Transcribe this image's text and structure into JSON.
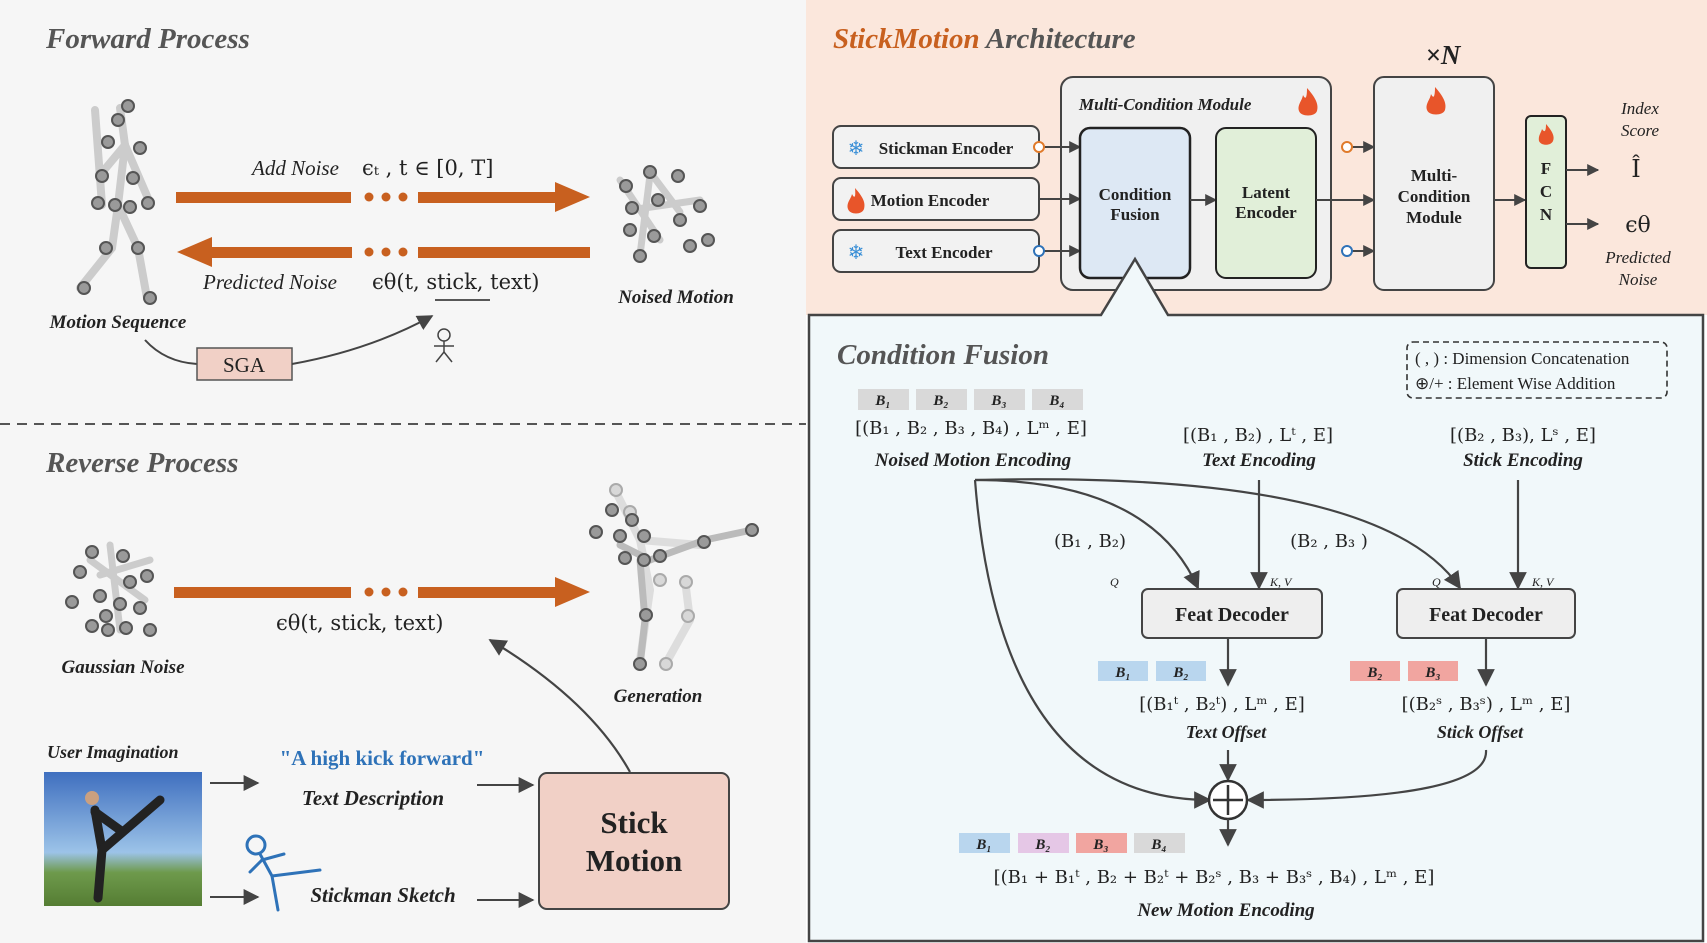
{
  "forward": {
    "title": "Forward Process",
    "add_noise": "Add Noise",
    "add_noise_math": "ϵₜ , t ∈ [0, T]",
    "predicted_noise": "Predicted Noise",
    "predicted_noise_math": "ϵθ(t, stick, text)",
    "motion_sequence": "Motion Sequence",
    "noised_motion": "Noised Motion",
    "sga": "SGA"
  },
  "reverse": {
    "title": "Reverse Process",
    "gaussian_noise": "Gaussian Noise",
    "generation": "Generation",
    "eps_math": "ϵθ(t, stick, text)",
    "user_imagination": "User Imagination",
    "quote": "\"A high kick forward\"",
    "text_description": "Text Description",
    "stickman_sketch": "Stickman Sketch",
    "stick_motion_1": "Stick",
    "stick_motion_2": "Motion"
  },
  "architecture": {
    "title_brand": "StickMotion",
    "title_rest": " Architecture",
    "multi_condition_module_label": "Multi-Condition Module",
    "stickman_encoder": "Stickman Encoder",
    "motion_encoder": "Motion Encoder",
    "text_encoder": "Text Encoder",
    "condition_fusion_1": "Condition",
    "condition_fusion_2": "Fusion",
    "latent_encoder_1": "Latent",
    "latent_encoder_2": "Encoder",
    "mcm_1": "Multi-",
    "mcm_2": "Condition",
    "mcm_3": "Module",
    "times_n": "×N",
    "fcn": [
      "F",
      "C",
      "N"
    ],
    "index_score_1": "Index",
    "index_score_2": "Score",
    "i_hat": "Î",
    "eps_theta": "ϵθ",
    "predicted_1": "Predicted",
    "predicted_2": "Noise"
  },
  "fusion": {
    "title": "Condition Fusion",
    "legend_1": "( , ) : Dimension Concatenation",
    "legend_2": "⊕/+ : Element Wise Addition",
    "b_tags": [
      "B₁",
      "B₂",
      "B₃",
      "B₄"
    ],
    "noised_math": "[(B₁ , B₂ , B₃ , B₄) , Lᵐ , E]",
    "noised_caption": "Noised Motion  Encoding",
    "text_math": "[(B₁ , B₂) , Lᵗ , E]",
    "text_caption": "Text Encoding",
    "stick_math": "[(B₂ , B₃), Lˢ , E]",
    "stick_caption": "Stick Encoding",
    "b12": "(B₁ , B₂)",
    "b23": "(B₂ , B₃ )",
    "q": "Q",
    "kv": "K, V",
    "feat_decoder": "Feat  Decoder",
    "text_offset_math": "[(B₁ᵗ , B₂ᵗ) , Lᵐ , E]",
    "text_offset": "Text Offset",
    "stick_offset_math": "[(B₂ˢ , B₃ˢ) , Lᵐ , E]",
    "stick_offset": "Stick Offset",
    "new_math": "[(B₁ + B₁ᵗ , B₂ + B₂ᵗ + B₂ˢ , B₃  + B₃ˢ , B₄) , Lᵐ , E]",
    "new_caption": "New Motion Encoding"
  },
  "colors": {
    "orange_arrow": "#c8601f",
    "brand": "#c8601f",
    "arch_bg": "#fbe7dc",
    "fusion_bg": "#f1f8fa",
    "cond_fusion": "#dde8f4",
    "latent": "#e1efd9",
    "stick_motion": "#f1d0c6",
    "text_blue": "#2e72b8",
    "tag_blue": "#b9d6ee",
    "tag_red": "#f1a5a0",
    "tag_purple": "#e5c7e6",
    "tag_gray": "#d9d9d9"
  }
}
